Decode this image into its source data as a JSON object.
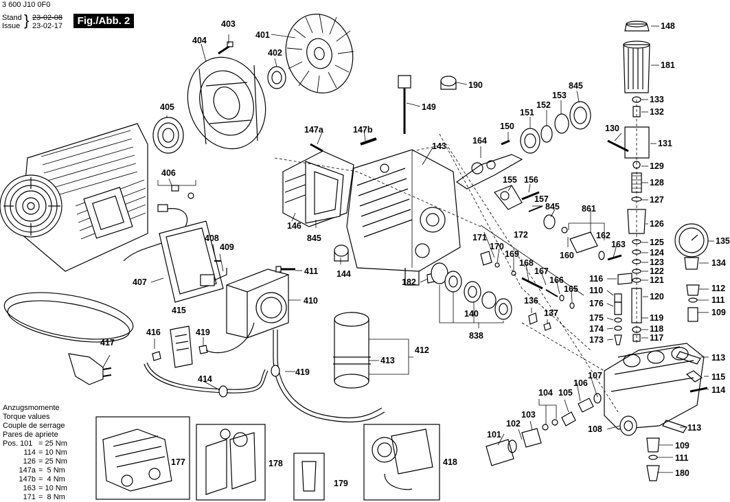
{
  "header": {
    "doc_number": "3 600 J10 0F0",
    "stand_label": "Stand",
    "issue_label": "Issue",
    "stand_date_struck": "23-02-08",
    "issue_date": "23-02-17",
    "figure_label": "Fig./Abb. 2"
  },
  "torque": {
    "title_de": "Anzugsmomente",
    "title_en": "Torque values",
    "title_fr": "Couple de serrage",
    "title_es": "Pares de apriete",
    "rows": [
      {
        "pos": "Pos. 101",
        "value": "= 25 Nm"
      },
      {
        "pos": "114",
        "value": "= 10 Nm"
      },
      {
        "pos": "126",
        "value": "= 25 Nm"
      },
      {
        "pos": "147a",
        "value": "=  5 Nm"
      },
      {
        "pos": "147b",
        "value": "=  4 Nm"
      },
      {
        "pos": "163",
        "value": "= 10 Nm"
      },
      {
        "pos": "171",
        "value": "=  8 Nm"
      }
    ]
  },
  "parts": {
    "p403": "403",
    "p404": "404",
    "p401": "401",
    "p402": "402",
    "p405": "405",
    "p406": "406",
    "p408": "408",
    "p409": "409",
    "p407": "407",
    "p411": "411",
    "p410": "410",
    "p415": "415",
    "p416": "416",
    "p419a": "419",
    "p419b": "419",
    "p414": "414",
    "p417": "417",
    "p412": "412",
    "p413": "413",
    "p418": "418",
    "p177": "177",
    "p178": "178",
    "p179": "179",
    "p147a": "147a",
    "p147b": "147b",
    "p146": "146",
    "p845a": "845",
    "p143": "143",
    "p144": "144",
    "p149": "149",
    "p190": "190",
    "p164": "164",
    "p150": "150",
    "p151": "151",
    "p152": "152",
    "p153": "153",
    "p845b": "845",
    "p845c": "845",
    "p155": "155",
    "p156": "156",
    "p157": "157",
    "p861": "861",
    "p162": "162",
    "p160": "160",
    "p163": "163",
    "p172": "172",
    "p171": "171",
    "p170": "170",
    "p169": "169",
    "p168": "168",
    "p167": "167",
    "p166": "166",
    "p165": "165",
    "p182": "182",
    "p140": "140",
    "p838": "838",
    "p136": "136",
    "p137": "137",
    "p148": "148",
    "p181": "181",
    "p133": "133",
    "p132": "132",
    "p130": "130",
    "p131": "131",
    "p129": "129",
    "p128": "128",
    "p127": "127",
    "p126": "126",
    "p125": "125",
    "p124": "124",
    "p123": "123",
    "p122": "122",
    "p121": "121",
    "p116": "116",
    "p120": "120",
    "p110": "110",
    "p176": "176",
    "p175": "175",
    "p119": "119",
    "p174": "174",
    "p118": "118",
    "p173": "173",
    "p117": "117",
    "p135": "135",
    "p134": "134",
    "p112": "112",
    "p111a": "111",
    "p109a": "109",
    "p113a": "113",
    "p115": "115",
    "p114": "114",
    "p107": "107",
    "p106": "106",
    "p105": "105",
    "p104": "104",
    "p103": "103",
    "p102": "102",
    "p101": "101",
    "p108": "108",
    "p113b": "113",
    "p109b": "109",
    "p111b": "111",
    "p180": "180"
  }
}
